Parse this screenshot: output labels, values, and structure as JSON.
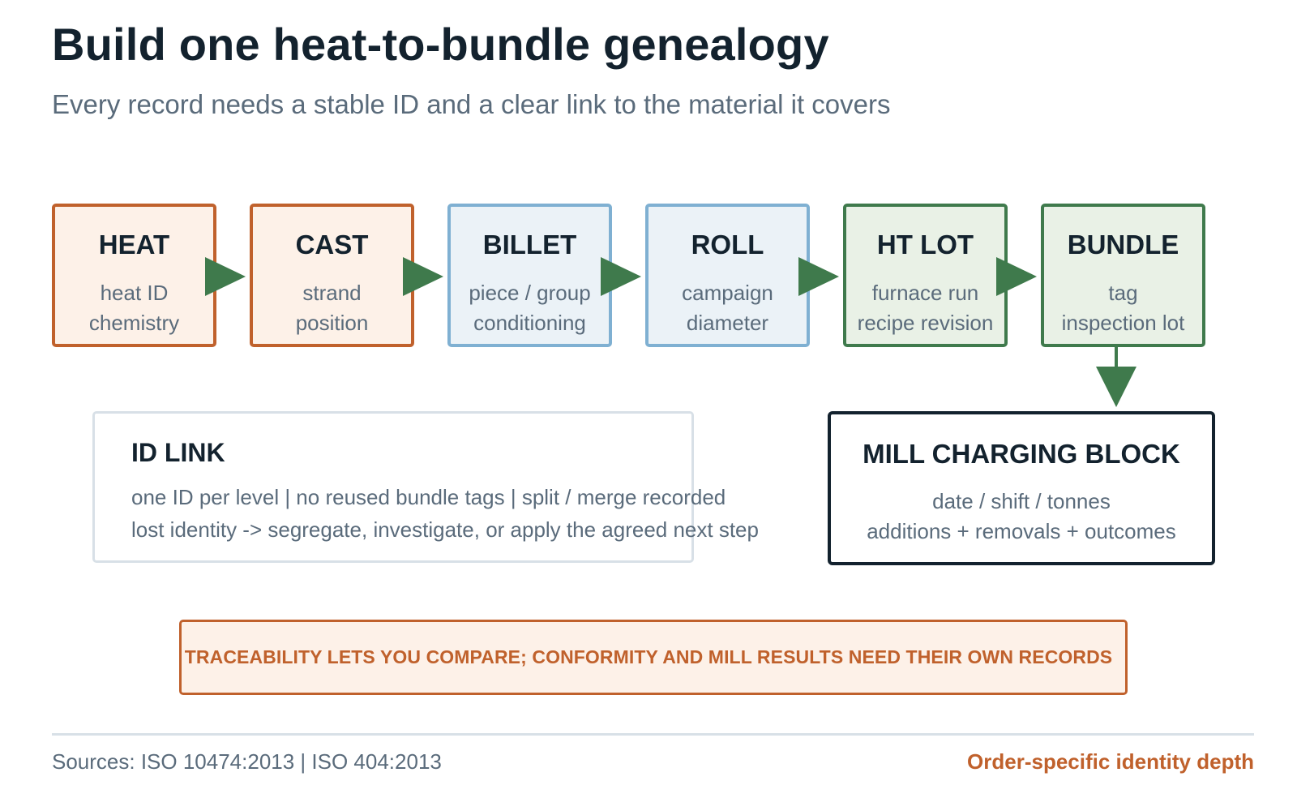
{
  "title": "Build one heat-to-bundle genealogy",
  "subtitle": "Every record needs a stable ID and a clear link to the material it covers",
  "colors": {
    "orange": "#c0612c",
    "blue": "#7fb0d2",
    "green": "#3f7a4c",
    "dark": "#13222e",
    "muted": "#5a6b7b"
  },
  "nodes": [
    {
      "label": "HEAT",
      "lines": [
        "heat ID",
        "chemistry"
      ],
      "color": "orange"
    },
    {
      "label": "CAST",
      "lines": [
        "strand",
        "position"
      ],
      "color": "orange"
    },
    {
      "label": "BILLET",
      "lines": [
        "piece / group",
        "conditioning"
      ],
      "color": "blue"
    },
    {
      "label": "ROLL",
      "lines": [
        "campaign",
        "diameter"
      ],
      "color": "blue"
    },
    {
      "label": "HT LOT",
      "lines": [
        "furnace run",
        "recipe revision"
      ],
      "color": "green"
    },
    {
      "label": "BUNDLE",
      "lines": [
        "tag",
        "inspection lot"
      ],
      "color": "green"
    }
  ],
  "id_link": {
    "title": "ID LINK",
    "line1": "one ID per level | no reused bundle tags | split / merge recorded",
    "line2": "lost identity -> segregate, investigate, or apply the agreed next step"
  },
  "mill_block": {
    "title": "MILL CHARGING BLOCK",
    "line1": "date / shift / tonnes",
    "line2": "additions + removals + outcomes"
  },
  "banner": "TRACEABILITY LETS YOU COMPARE; CONFORMITY AND MILL RESULTS NEED THEIR OWN RECORDS",
  "footer": {
    "sources": "Sources: ISO 10474:2013 | ISO 404:2013",
    "note": "Order-specific identity depth"
  }
}
